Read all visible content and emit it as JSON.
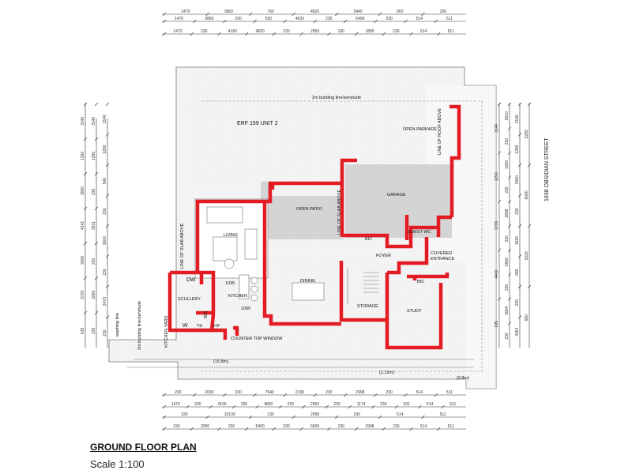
{
  "title": "GROUND FLOOR PLAN",
  "scale": "Scale 1:100",
  "erf": "ERF 159 UNIT 2",
  "building_line": "2m building line/servitude",
  "building_line_left": "2m building line/servitude",
  "street": "1938 OBSIDIAN STREET",
  "rooms": {
    "open_parkade": "OPEN\nPARKADE",
    "garage": "GARAGE",
    "open_patio": "OPEN PATIO",
    "living": "LIVING",
    "dining": "DINING",
    "kitchen": "KITCHEN",
    "scullery": "SCULLERY",
    "storage": "STORAGE",
    "study": "STUDY",
    "foyer": "FOYER",
    "guest_wc": "GUEST WC",
    "covered_entrance": "COVERED\nENTRANCE",
    "bic1": "BIC",
    "bic2": "BIC",
    "kitchen_yard": "KITCHEN YARD",
    "dw": "DW",
    "w": "W",
    "td": "TD",
    "fp": "F/P"
  },
  "annotations": {
    "line_of_roof_above": "LINE OF ROOF ABOVE",
    "line_of_slab_above_patio": "LINE OF SLAB ABOVE",
    "line_of_slab_above_left": "LINE OF SLAB ABOVE",
    "counter_top_window": "COUNTER TOP WINDOW",
    "washing_line": "washing line",
    "dim_158": "(15.8m)",
    "dim_112": "(1.12m)",
    "dim_98": "(9.8m)",
    "dim_1035": "1035",
    "dim_1000": "1000",
    "dim_900": "900"
  },
  "dims_top": [
    [
      "1470",
      "3860",
      "760",
      "4820",
      "5440",
      "800",
      "230"
    ],
    [
      "1470",
      "3860",
      "230",
      "530",
      "4820",
      "230",
      "5499",
      "230",
      "514",
      "511"
    ],
    [
      "1470",
      "230",
      "4160",
      "4820",
      "230",
      "2950",
      "230",
      "1805",
      "230",
      "514",
      "511"
    ]
  ],
  "dims_bottom": [
    [
      "230",
      "2000",
      "230",
      "7940",
      "2199",
      "230",
      "2998",
      "230",
      "514",
      "511"
    ],
    [
      "1470",
      "230",
      "4160",
      "230",
      "4820",
      "230",
      "2950",
      "230",
      "1174",
      "230",
      "531",
      "514",
      "511"
    ],
    [
      "230",
      "10139",
      "230",
      "2998",
      "230",
      "514",
      "511"
    ],
    [
      "230",
      "2000",
      "230",
      "5400",
      "230",
      "6509",
      "230",
      "2998",
      "230",
      "514",
      "511"
    ]
  ],
  "dims_left": [
    [
      "3140",
      "1290",
      "3000",
      "4141",
      "3000",
      "3729",
      "635"
    ],
    [
      "3140",
      "1290",
      "230",
      "3911",
      "230",
      "3269",
      "230"
    ],
    [
      "3140",
      "1290",
      "540",
      "230",
      "3600",
      "230",
      "2470",
      "230"
    ]
  ],
  "dims_right": [
    [
      "3140",
      "1290",
      "3799",
      "4400",
      "635"
    ],
    [
      "2910",
      "230",
      "1290",
      "230",
      "2899",
      "230",
      "3600",
      "230",
      "3904",
      "230"
    ],
    [
      "3140",
      "1290",
      "3400",
      "230",
      "1530",
      "680",
      "230",
      "4364"
    ],
    [
      "3290",
      "6000",
      "1530",
      "680"
    ]
  ],
  "colors": {
    "wall": "#e31b23",
    "slab": "#d4d4d4",
    "hatch": "#f0f0f0",
    "line": "#555555"
  }
}
